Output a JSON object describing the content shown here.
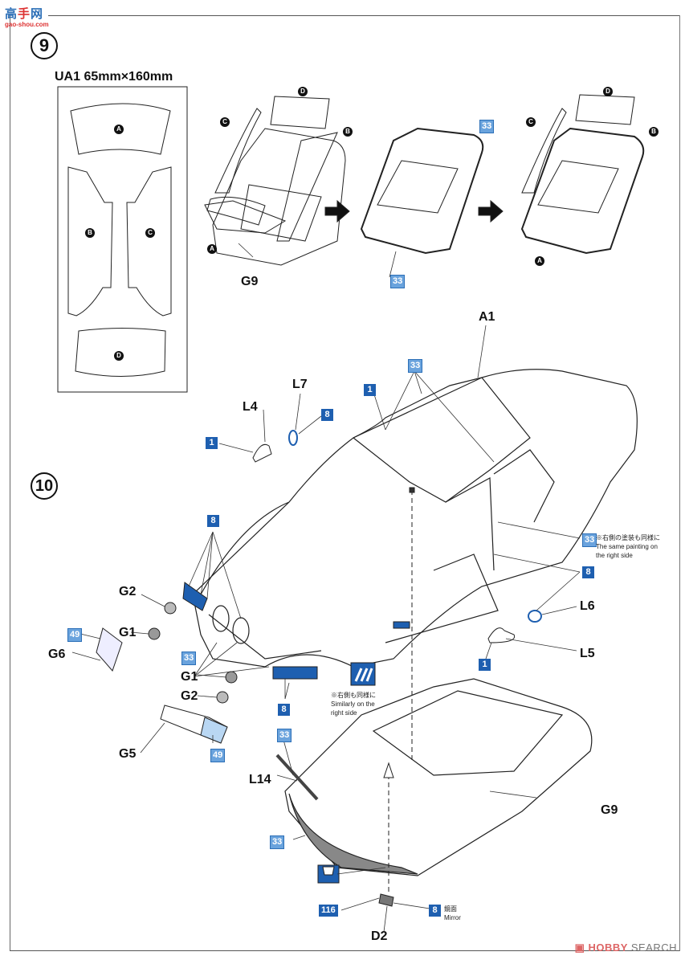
{
  "watermark": {
    "brand": "高手网",
    "brand_left": "高",
    "brand_mid": "手",
    "brand_right": "网",
    "url": "gao-shou.com"
  },
  "footer": {
    "hobby": "HOBBY",
    "search": "SEARCH"
  },
  "step9": {
    "number": "9",
    "sheet_title": "UA1  65mm×160mm",
    "template_letters": [
      "A",
      "B",
      "C",
      "D"
    ],
    "diagram1": {
      "letters": [
        "D",
        "C",
        "B",
        "A"
      ],
      "part": "G9"
    },
    "diagram2": {
      "paint_codes": [
        "33",
        "33"
      ]
    },
    "diagram3": {
      "letters": [
        "D",
        "C",
        "B",
        "A"
      ]
    }
  },
  "step10": {
    "number": "10",
    "labels": {
      "A1": "A1",
      "L7": "L7",
      "L4": "L4",
      "L6": "L6",
      "L5": "L5",
      "G2a": "G2",
      "G1a": "G1",
      "G6": "G6",
      "G1b": "G1",
      "G2b": "G2",
      "G5": "G5",
      "L14": "L14",
      "G9": "G9",
      "D2": "D2"
    },
    "paint_codes": {
      "roof_33": "33",
      "roof_1": "1",
      "l7_8": "8",
      "l4_1": "1",
      "pillar_33": "33",
      "handle_8": "8",
      "mirror_1": "1",
      "headlight_8_top": "8",
      "g6_49": "49",
      "grille_33": "33",
      "headlight_8_bottom": "8",
      "g5_49": "49",
      "wiper_33": "33",
      "trim_33": "33",
      "mirror_116": "116",
      "mirror_8": "8"
    },
    "notes": {
      "right_side_painting_jp": "※右側の塗装も同様に",
      "right_side_painting_en1": "The same painting on",
      "right_side_painting_en2": "the right side",
      "similarly_jp": "※右側も同様に",
      "similarly_en1": "Similarly on the",
      "similarly_en2": "right side",
      "mirror_jp": "鏡面",
      "mirror_en": "Mirror"
    }
  }
}
